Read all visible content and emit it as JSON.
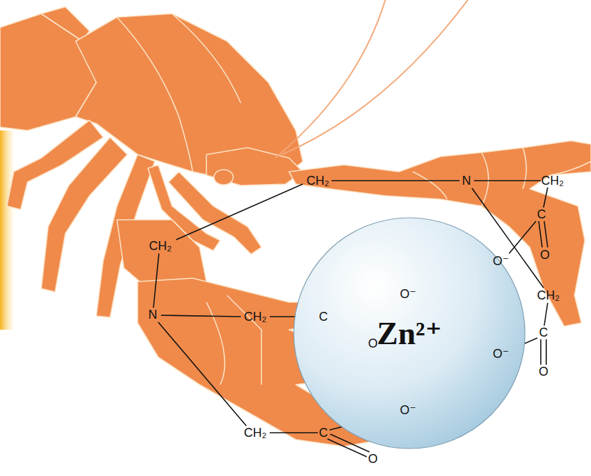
{
  "diagram": {
    "nodes": [
      {
        "text": [
          "Zn²⁺"
        ]
      }
    ],
    "labels": [
      "CH₂",
      "N",
      "CH₂",
      "C",
      "CH₂",
      "O",
      "O⁻",
      "CH₂",
      "O⁻",
      "N",
      "CH₂",
      "C",
      "C",
      "O",
      "O⁻",
      "O",
      "O⁻",
      "CH₂",
      "C",
      "O"
    ]
  }
}
